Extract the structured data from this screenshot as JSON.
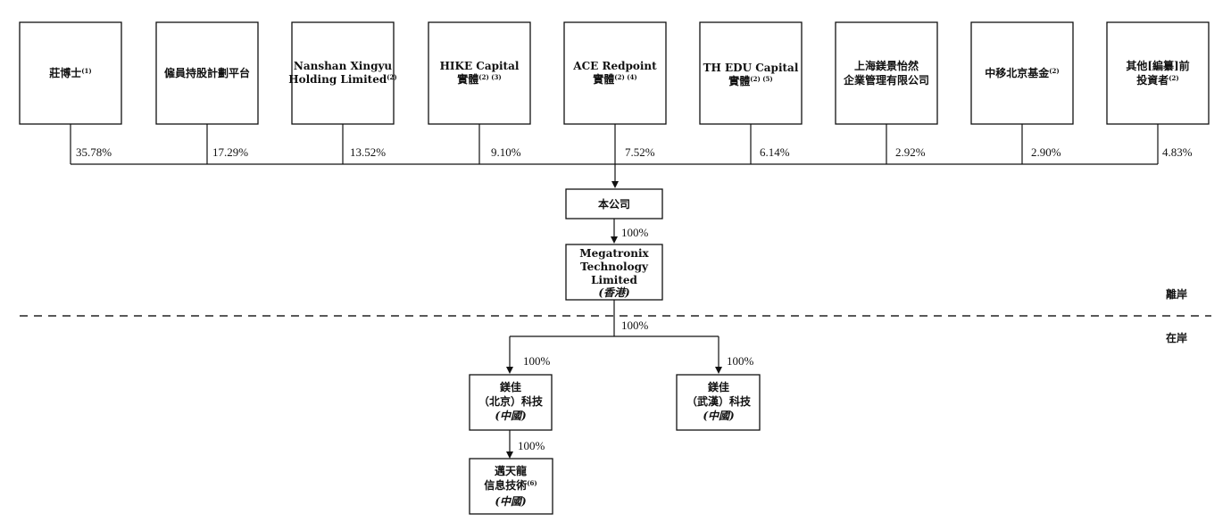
{
  "shareholders": [
    {
      "line1": "莊博士",
      "line1_sup": "(1)",
      "line2": "",
      "line2_sup": "",
      "pct": "35.78%"
    },
    {
      "line1": "僱員持股計劃平台",
      "line1_sup": "",
      "line2": "",
      "line2_sup": "",
      "pct": "17.29%"
    },
    {
      "line1": "Nanshan Xingyu",
      "line1_sup": "",
      "line2": "Holding Limited",
      "line2_sup": "(2)",
      "pct": "13.52%"
    },
    {
      "line1": "HIKE Capital",
      "line1_sup": "",
      "line2": "實體",
      "line2_sup": "(2) (3)",
      "pct": "9.10%"
    },
    {
      "line1": "ACE Redpoint",
      "line1_sup": "",
      "line2": "實體",
      "line2_sup": "(2) (4)",
      "pct": "7.52%"
    },
    {
      "line1": "TH EDU Capital",
      "line1_sup": "",
      "line2": "實體",
      "line2_sup": "(2) (5)",
      "pct": "6.14%"
    },
    {
      "line1": "上海鎂景怡然",
      "line1_sup": "",
      "line2": "企業管理有限公司",
      "line2_sup": "",
      "pct": "2.92%"
    },
    {
      "line1": "中移北京基金",
      "line1_sup": "(2)",
      "line2": "",
      "line2_sup": "",
      "pct": "2.90%"
    },
    {
      "line1": "其他[編纂]前",
      "line1_sup": "",
      "line2": "投資者",
      "line2_sup": "(2)",
      "pct": "4.83%"
    }
  ],
  "company": {
    "label": "本公司"
  },
  "hk_sub": {
    "line1": "Megatronix",
    "line2": "Technology",
    "line3": "Limited",
    "line4": "(香港)",
    "pct": "100%"
  },
  "zones": {
    "offshore": "離岸",
    "onshore": "在岸"
  },
  "onshore_link_pct": "100%",
  "beijing": {
    "line1": "鎂佳",
    "line2": "（北京）科技",
    "line3": "(中國)",
    "pct": "100%"
  },
  "wuhan": {
    "line1": "鎂佳",
    "line2": "（武漢）科技",
    "line3": "(中國)",
    "pct": "100%"
  },
  "maitianlong": {
    "line1": "邁天龍",
    "line2": "信息技術",
    "line2_sup": "(6)",
    "line3": "(中國)",
    "pct": "100%"
  }
}
